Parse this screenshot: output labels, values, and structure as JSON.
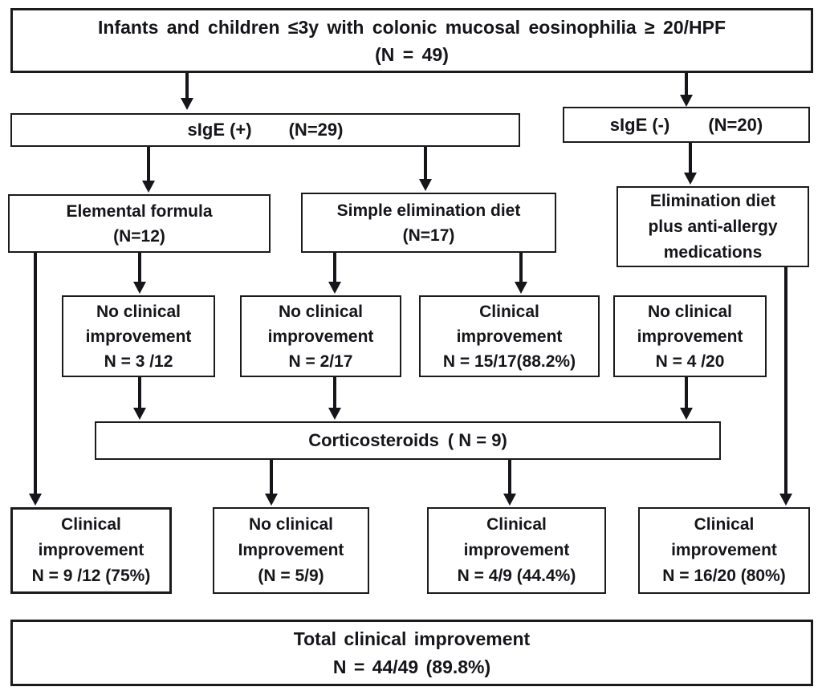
{
  "colors": {
    "ink": "#15151a",
    "box_border": "#1b1b1b",
    "background": "#ffffff"
  },
  "nodes": {
    "root": {
      "line1": "Infants and children ≤3y with colonic mucosal eosinophilia ≥ 20/HPF",
      "line2": "(N = 49)"
    },
    "sige_positive": {
      "label": "sIgE (+)",
      "count": "(N=29)"
    },
    "sige_negative": {
      "label": "sIgE (-)",
      "count": "(N=20)"
    },
    "elemental_formula": {
      "line1": "Elemental formula",
      "line2": "(N=12)"
    },
    "simple_elimination_diet": {
      "line1": "Simple elimination diet",
      "line2": "(N=17)"
    },
    "elimination_diet_meds": {
      "line1": "Elimination diet",
      "line2": "plus anti-allergy",
      "line3": "medications"
    },
    "no_improvement_3_12": {
      "line1": "No clinical",
      "line2": "improvement",
      "line3": "N = 3 /12"
    },
    "no_improvement_2_17": {
      "line1": "No clinical",
      "line2": "improvement",
      "line3": "N = 2/17"
    },
    "improvement_15_17": {
      "line1": "Clinical",
      "line2": "improvement",
      "line3": "N = 15/17(88.2%)"
    },
    "no_improvement_4_20": {
      "line1": "No clinical",
      "line2": "improvement",
      "line3": "N = 4 /20"
    },
    "corticosteroids": {
      "label": "Corticosteroids",
      "count": "( N = 9)"
    },
    "improvement_9_12": {
      "line1": "Clinical",
      "line2": "improvement",
      "line3": "N = 9 /12 (75%)"
    },
    "no_improvement_5_9": {
      "line1": "No clinical",
      "line2": "Improvement",
      "line3": "(N = 5/9)"
    },
    "improvement_4_9": {
      "line1": "Clinical",
      "line2": "improvement",
      "line3": "N = 4/9 (44.4%)"
    },
    "improvement_16_20": {
      "line1": "Clinical",
      "line2": "improvement",
      "line3": "N = 16/20 (80%)"
    },
    "total": {
      "line1": "Total clinical improvement",
      "line2": "N = 44/49 (89.8%)"
    }
  },
  "edges": [
    {
      "from": "root",
      "to": "sige_positive"
    },
    {
      "from": "root",
      "to": "sige_negative"
    },
    {
      "from": "sige_positive",
      "to": "elemental_formula"
    },
    {
      "from": "sige_positive",
      "to": "simple_elimination_diet"
    },
    {
      "from": "sige_negative",
      "to": "elimination_diet_meds"
    },
    {
      "from": "elemental_formula",
      "to": "no_improvement_3_12"
    },
    {
      "from": "elemental_formula",
      "to": "improvement_9_12"
    },
    {
      "from": "simple_elimination_diet",
      "to": "no_improvement_2_17"
    },
    {
      "from": "simple_elimination_diet",
      "to": "improvement_15_17"
    },
    {
      "from": "elimination_diet_meds",
      "to": "improvement_16_20"
    },
    {
      "from": "no_improvement_3_12",
      "to": "corticosteroids"
    },
    {
      "from": "no_improvement_2_17",
      "to": "corticosteroids"
    },
    {
      "from": "no_improvement_4_20",
      "to": "corticosteroids"
    },
    {
      "from": "corticosteroids",
      "to": "no_improvement_5_9"
    },
    {
      "from": "corticosteroids",
      "to": "improvement_4_9"
    }
  ]
}
